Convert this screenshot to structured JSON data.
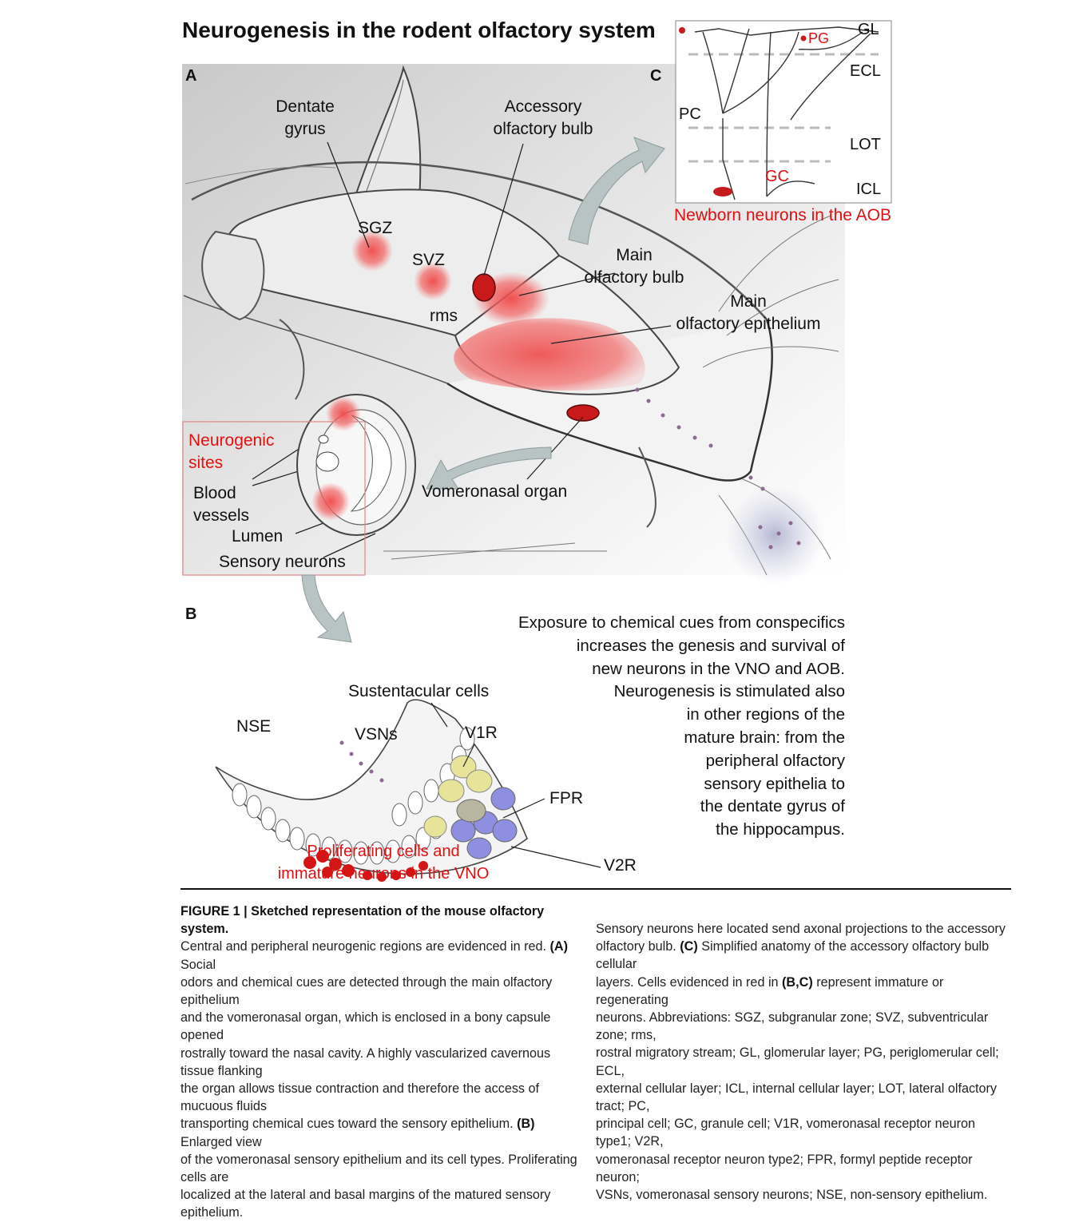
{
  "figure_title": "Neurogenesis in the rodent olfactory system",
  "panel_letters": {
    "a": "A",
    "b": "B",
    "c": "C"
  },
  "panel_a": {
    "dentate_gyrus": [
      "Dentate",
      "gyrus"
    ],
    "accessory_olfactory_bulb": [
      "Accessory",
      "olfactory bulb"
    ],
    "sgz": "SGZ",
    "svz": "SVZ",
    "rms": "rms",
    "main_olfactory_bulb": [
      "Main",
      "olfactory bulb"
    ],
    "main_olfactory_epithelium": [
      "Main",
      "olfactory epithelium"
    ],
    "neurogenic_sites": [
      "Neurogenic",
      "sites"
    ],
    "blood_vessels": [
      "Blood",
      "vessels"
    ],
    "lumen": "Lumen",
    "sensory_neurons": "Sensory neurons",
    "vomeronasal_organ": "Vomeronasal organ"
  },
  "panel_c": {
    "layers": [
      "GL",
      "ECL",
      "LOT",
      "ICL"
    ],
    "pg": "PG",
    "pc": "PC",
    "gc": "GC",
    "subtitle": "Newborn neurons in the AOB"
  },
  "panel_b": {
    "sustentacular_cells": "Sustentacular cells",
    "nse": "NSE",
    "vsns": "VSNs",
    "v1r": "V1R",
    "fpr": "FPR",
    "v2r": "V2R",
    "subtitle": [
      "Proliferating cells and",
      "immature neurons in the VNO"
    ]
  },
  "side_text": [
    "Exposure to chemical cues from conspecifics",
    "increases the genesis and survival of",
    "new neurons in the VNO and AOB.",
    "Neurogenesis is stimulated also",
    "in other regions of the",
    "mature brain: from the",
    "peripheral olfactory",
    "sensory epithelia to",
    "the dentate gyrus of",
    "the hippocampus."
  ],
  "caption": {
    "label": "FIGURE 1 | Sketched representation of the mouse olfactory system.",
    "left_lines": [
      [
        {
          "t": "Central and peripheral neurogenic regions are evidenced in red. "
        },
        {
          "t": "(A)",
          "b": true
        },
        {
          "t": " Social"
        }
      ],
      [
        {
          "t": "odors and chemical cues are detected through the main olfactory epithelium"
        }
      ],
      [
        {
          "t": "and the vomeronasal organ, which is enclosed in a bony capsule opened"
        }
      ],
      [
        {
          "t": "rostrally toward the nasal cavity. A highly vascularized cavernous tissue flanking"
        }
      ],
      [
        {
          "t": "the organ allows tissue contraction and therefore the access of mucuous fluids"
        }
      ],
      [
        {
          "t": "transporting chemical cues toward the sensory epithelium. "
        },
        {
          "t": "(B)",
          "b": true
        },
        {
          "t": " Enlarged view"
        }
      ],
      [
        {
          "t": "of the vomeronasal sensory epithelium and its cell types. Proliferating cells are"
        }
      ],
      [
        {
          "t": "localized at the lateral and basal margins of the matured sensory epithelium."
        }
      ]
    ],
    "right_lines": [
      [
        {
          "t": "Sensory neurons here located send axonal projections to the accessory"
        }
      ],
      [
        {
          "t": "olfactory bulb. "
        },
        {
          "t": "(C)",
          "b": true
        },
        {
          "t": " Simplified anatomy of the accessory olfactory bulb cellular"
        }
      ],
      [
        {
          "t": "layers. Cells evidenced in red in "
        },
        {
          "t": "(B,C)",
          "b": true
        },
        {
          "t": " represent immature or regenerating"
        }
      ],
      [
        {
          "t": "neurons. Abbreviations: SGZ, subgranular zone; SVZ, subventricular zone; rms,"
        }
      ],
      [
        {
          "t": "rostral migratory stream; GL, glomerular layer; PG, periglomerular cell; ECL,"
        }
      ],
      [
        {
          "t": "external cellular layer; ICL, internal cellular layer; LOT, lateral olfactory tract; PC,"
        }
      ],
      [
        {
          "t": "principal cell; GC, granule cell; V1R, vomeronasal receptor neuron type1; V2R,"
        }
      ],
      [
        {
          "t": "vomeronasal receptor neuron type2; FPR, formyl peptide receptor neuron;"
        }
      ],
      [
        {
          "t": "VSNs, vomeronasal sensory neurons; NSE, non-sensory epithelium."
        }
      ]
    ]
  }
}
